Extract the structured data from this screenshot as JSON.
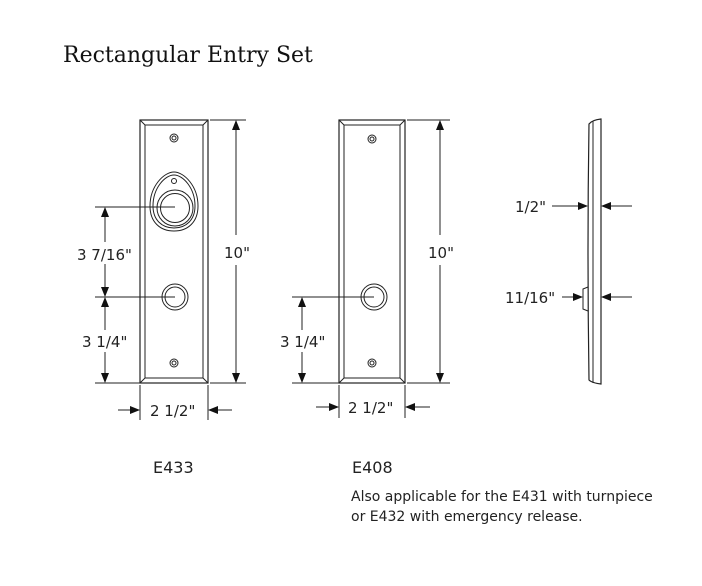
{
  "title": "Rectangular Entry Set",
  "models": [
    {
      "label": "E433",
      "dimensions": {
        "height": "10\"",
        "width": "2 1/2\"",
        "knob_to_lever": "3 7/16\"",
        "lever_to_bottom": "3 1/4\""
      }
    },
    {
      "label": "E408",
      "dimensions": {
        "height": "10\"",
        "width": "2 1/2\"",
        "lever_to_bottom": "3 1/4\""
      },
      "note_line1": "Also applicable for the E431 with turnpiece",
      "note_line2": "or E432 with emergency release."
    }
  ],
  "side_view": {
    "plate_thickness": "1/2\"",
    "rose_projection": "11/16\""
  }
}
